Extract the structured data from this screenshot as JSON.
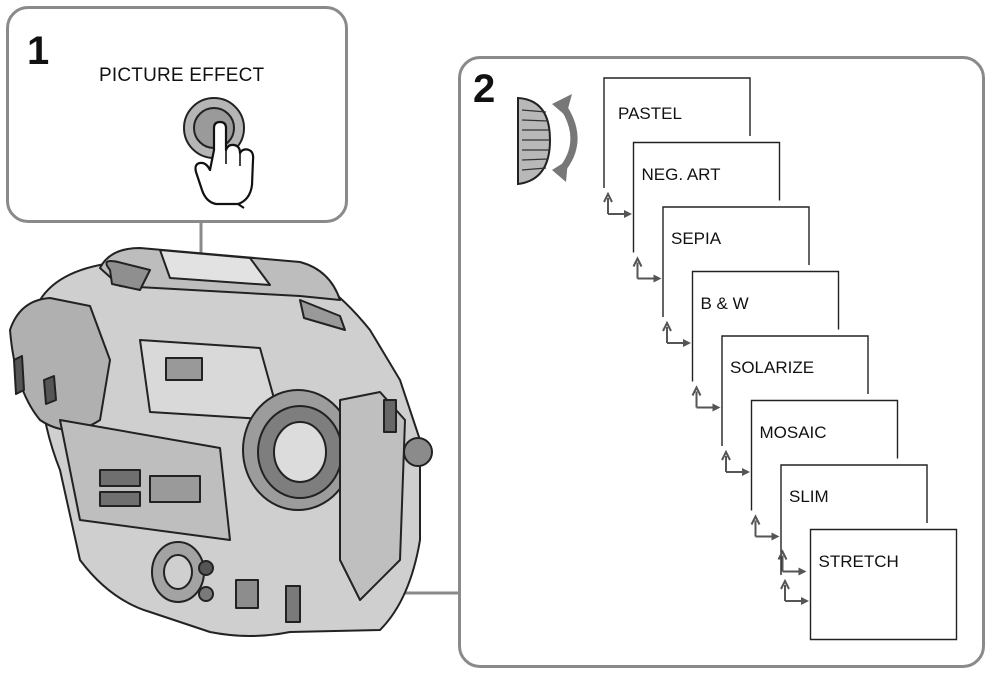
{
  "step1": {
    "number": "1",
    "button_label": "PICTURE EFFECT",
    "button_icon": "push-button-with-pressing-hand",
    "device_icon": "camcorder"
  },
  "step2": {
    "number": "2",
    "control_icon": "rotating-dial-with-up-down-arrow",
    "effects": [
      "PASTEL",
      "NEG. ART",
      "SEPIA",
      "B & W",
      "SOLARIZE",
      "MOSAIC",
      "SLIM",
      "STRETCH"
    ]
  },
  "colors": {
    "frame_border": "#8a8a8a",
    "connector_line": "#8a8a8a",
    "body_gray": "#c9c9c9",
    "dark_gray": "#555555"
  }
}
